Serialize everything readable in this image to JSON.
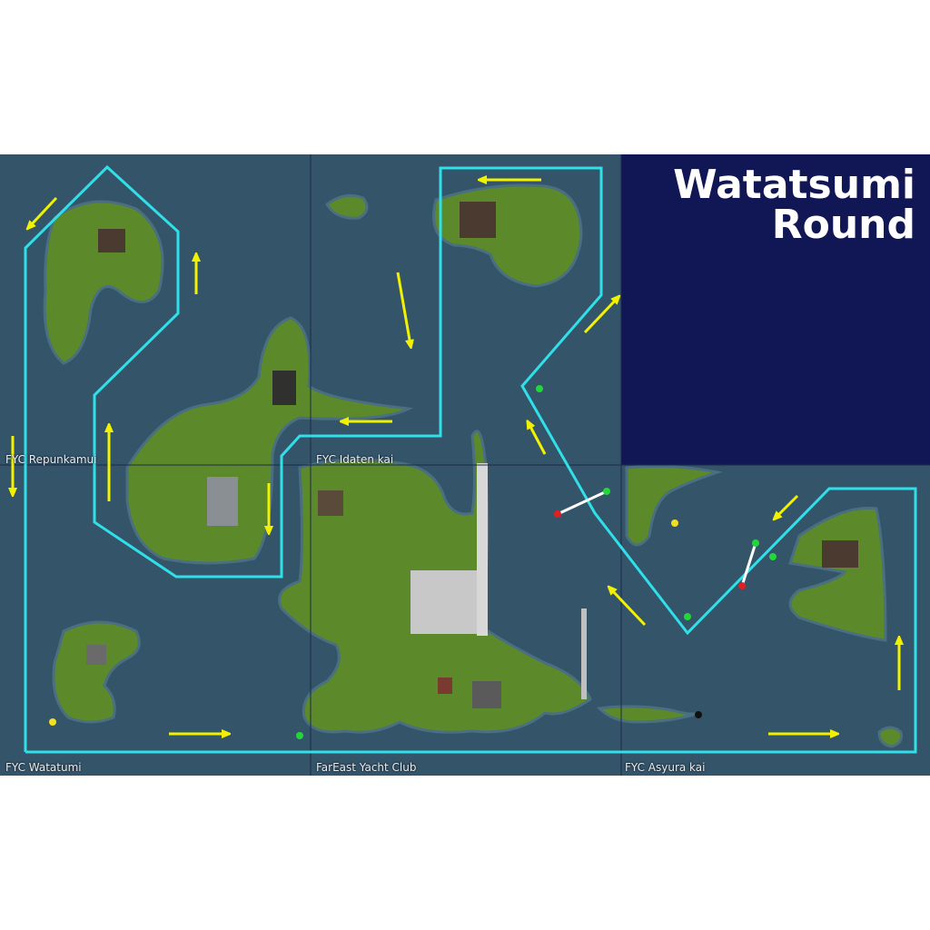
{
  "title": {
    "line1": "Watatsumi",
    "line2": "Round"
  },
  "regions": [
    {
      "id": "repunkamui",
      "label": "FYC Repunkamui"
    },
    {
      "id": "idaten",
      "label": "FYC Idaten kai"
    },
    {
      "id": "watatumi",
      "label": "FYC Watatumi"
    },
    {
      "id": "fareast",
      "label": "FarEast Yacht Club"
    },
    {
      "id": "asyura",
      "label": "FYC Asyura kai"
    }
  ],
  "colors": {
    "water": "#34546a",
    "void": "#111655",
    "course": "#2fe0e8",
    "arrow": "#f2f200",
    "land": "#5c8a2a",
    "grid": "#1c2a4a",
    "buoy_start": "#22d838",
    "buoy_finish": "#e02020",
    "buoy_marker": "#f2e020",
    "buoy_end": "#111111"
  },
  "legend_icons": [
    "course-line",
    "direction-arrow",
    "start-line",
    "marker-buoy"
  ]
}
